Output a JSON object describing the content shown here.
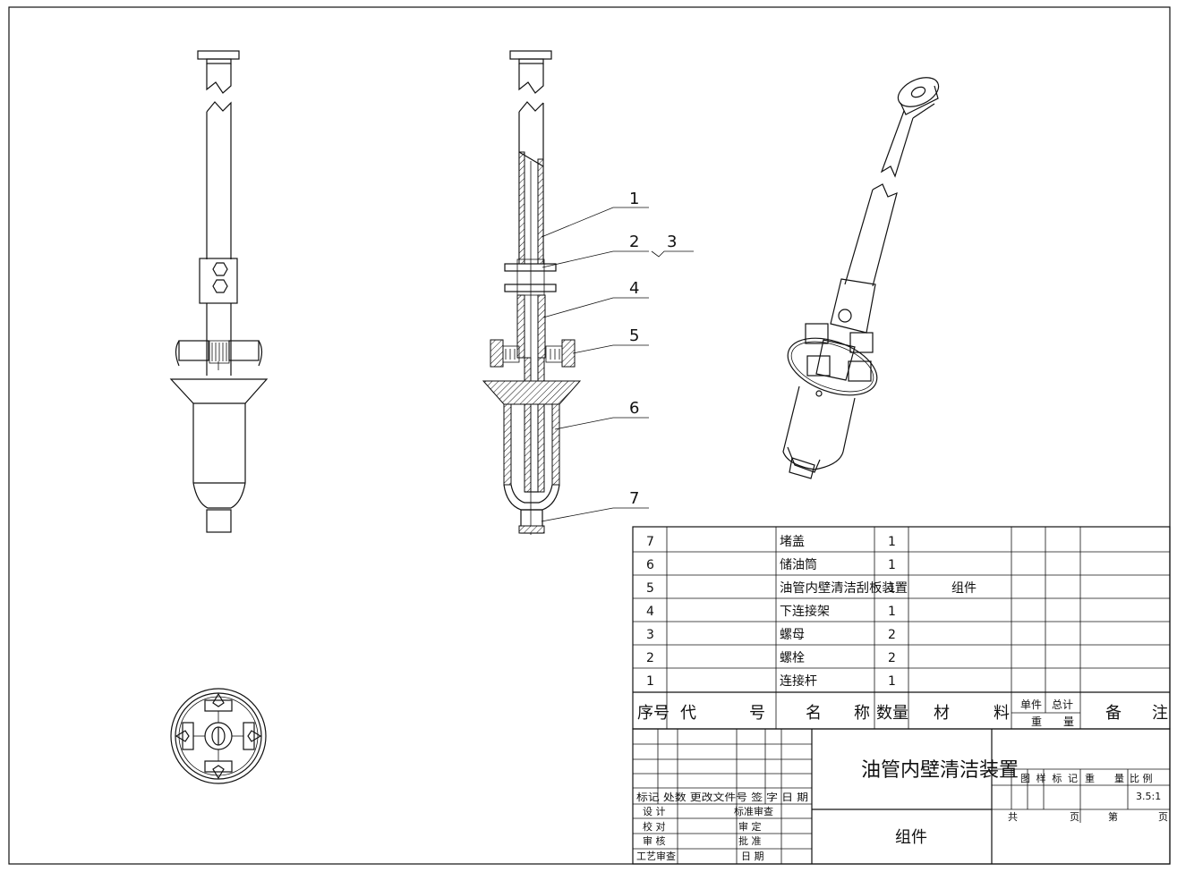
{
  "callouts": [
    "1",
    "2",
    "3",
    "4",
    "5",
    "6",
    "7"
  ],
  "parts_table": {
    "rows": [
      {
        "no": "7",
        "code": "",
        "name": "堵盖",
        "qty": "1",
        "material": "",
        "unit_wt": "",
        "total_wt": "",
        "remark": ""
      },
      {
        "no": "6",
        "code": "",
        "name": "储油筒",
        "qty": "1",
        "material": "",
        "unit_wt": "",
        "total_wt": "",
        "remark": ""
      },
      {
        "no": "5",
        "code": "",
        "name": "油管内壁清洁刮板装置",
        "qty": "1",
        "material": "组件",
        "unit_wt": "",
        "total_wt": "",
        "remark": ""
      },
      {
        "no": "4",
        "code": "",
        "name": "下连接架",
        "qty": "1",
        "material": "",
        "unit_wt": "",
        "total_wt": "",
        "remark": ""
      },
      {
        "no": "3",
        "code": "",
        "name": "螺母",
        "qty": "2",
        "material": "",
        "unit_wt": "",
        "total_wt": "",
        "remark": ""
      },
      {
        "no": "2",
        "code": "",
        "name": "螺栓",
        "qty": "2",
        "material": "",
        "unit_wt": "",
        "total_wt": "",
        "remark": ""
      },
      {
        "no": "1",
        "code": "",
        "name": "连接杆",
        "qty": "1",
        "material": "",
        "unit_wt": "",
        "total_wt": "",
        "remark": ""
      }
    ],
    "header": {
      "no": "序号",
      "code": "代 号",
      "name": "名 称",
      "qty": "数量",
      "material": "材 料",
      "unit": "单件",
      "total": "总计",
      "weight": "重 量",
      "remark": "备 注"
    }
  },
  "title_block": {
    "drawing_title": "油管内壁清洁装置",
    "subtitle": "组件",
    "revision_row": "标记 处数 更改文件号 签 字 日 期",
    "design": "设 计",
    "std_review": "标准审查",
    "check": "校 对",
    "review": "审 定",
    "audit": "审 核",
    "approve": "批 准",
    "process_review": "工艺审查",
    "date": "日 期",
    "stage_mark": "图样标记",
    "weight": "重 量",
    "scale": "比 例",
    "scale_value": "3.5:1",
    "total_sheets": "共",
    "page": "页",
    "sheet_no": "第",
    "page2": "页"
  }
}
